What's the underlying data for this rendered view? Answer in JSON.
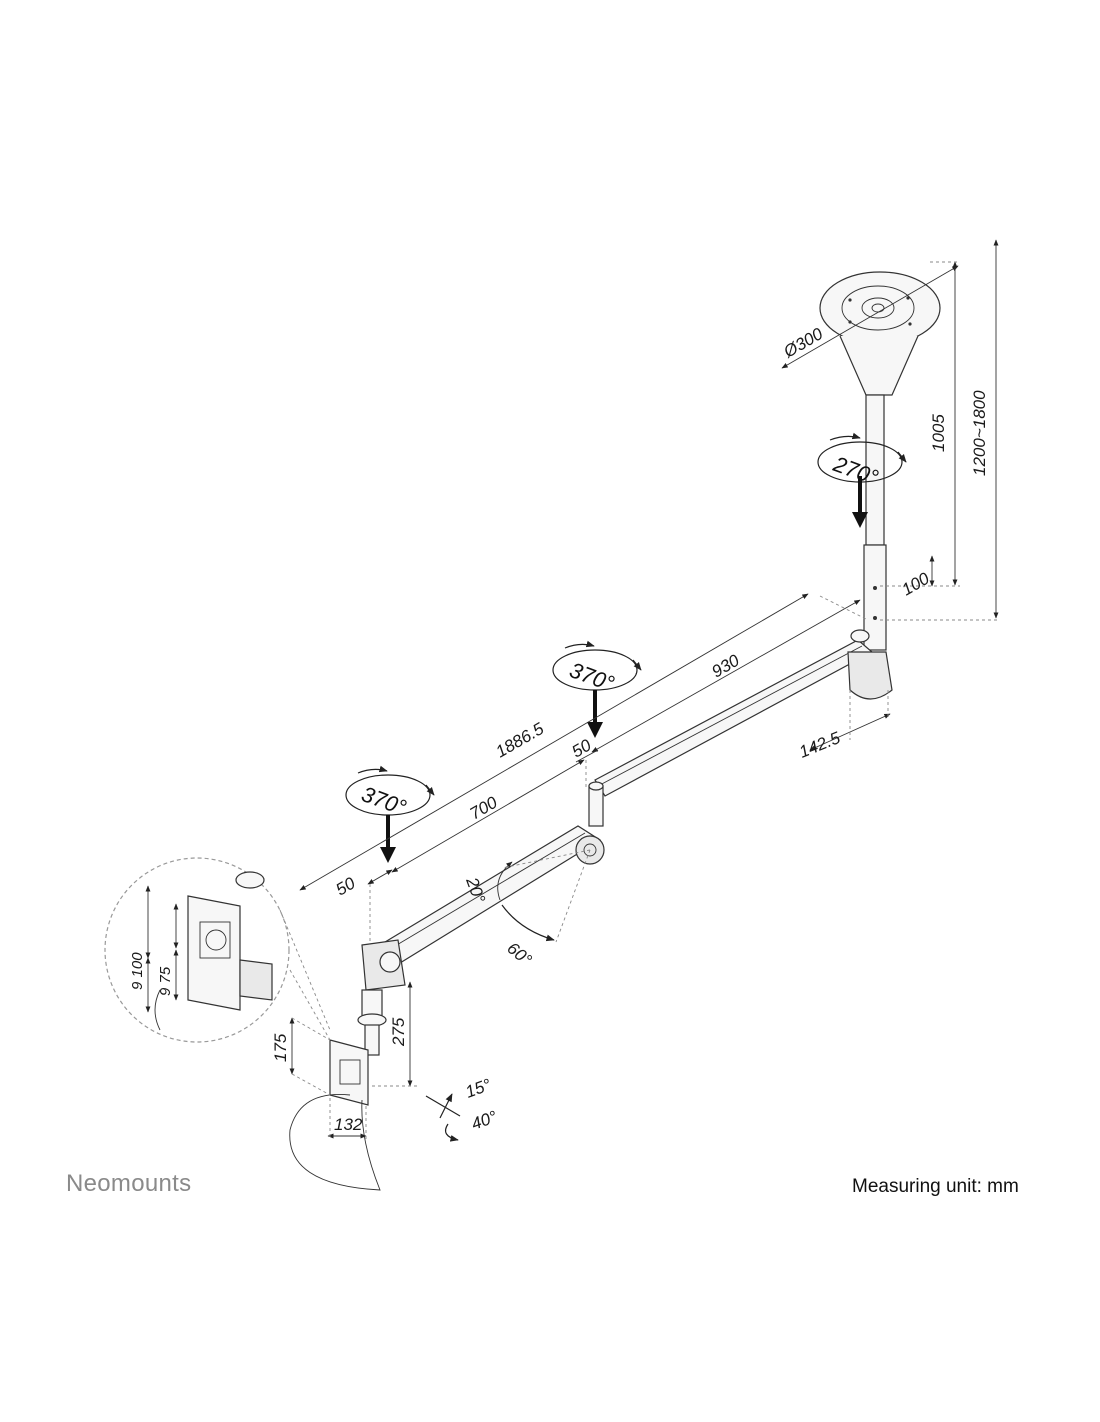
{
  "brand": "Neomounts",
  "measuring_unit": "Measuring unit: mm",
  "dimensions": {
    "base_diameter": "Ø300",
    "pole_length": "1005",
    "height_range": "1200~1800",
    "pole_step": "100",
    "arm_offset": "142.5",
    "arm_long": "930",
    "total_length": "1886.5",
    "joint_offset_1": "50",
    "arm_mid": "700",
    "joint_offset_2": "50",
    "drop_length": "275",
    "vesa_height": "175",
    "vesa_width": "132",
    "detail_outer": "9 100",
    "detail_inner": "9 75"
  },
  "angles": {
    "pole_rotation": "270°",
    "arm_rotation_1": "370°",
    "arm_rotation_2": "370°",
    "elbow_up": "20°",
    "elbow_down": "60°",
    "tilt_up": "15°",
    "tilt_down": "40°"
  },
  "colors": {
    "line": "#222222",
    "brand_grey": "#8a8a8a"
  }
}
